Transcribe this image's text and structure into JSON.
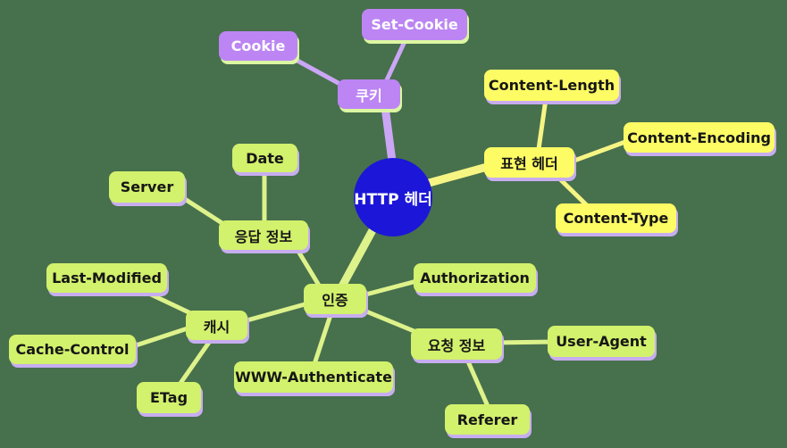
{
  "diagram": {
    "type": "mindmap",
    "topic": "HTTP header fields grouped by category"
  },
  "nodes": {
    "root": "HTTP 헤더",
    "cookie_group": "쿠키",
    "cookie": "Cookie",
    "set_cookie": "Set-Cookie",
    "representation_group": "표현 헤더",
    "content_length": "Content-Length",
    "content_encoding": "Content-Encoding",
    "content_type": "Content-Type",
    "auth_group": "인증",
    "authorization": "Authorization",
    "www_authenticate": "WWW-Authenticate",
    "response_info_group": "응답 정보",
    "date": "Date",
    "server": "Server",
    "cache_group": "캐시",
    "last_modified": "Last-Modified",
    "cache_control": "Cache-Control",
    "etag": "ETag",
    "request_info_group": "요청 정보",
    "user_agent": "User-Agent",
    "referer": "Referer"
  },
  "structure": {
    "root": "HTTP 헤더",
    "edges": [
      [
        "HTTP 헤더",
        "쿠키"
      ],
      [
        "쿠키",
        "Cookie"
      ],
      [
        "쿠키",
        "Set-Cookie"
      ],
      [
        "HTTP 헤더",
        "표현 헤더"
      ],
      [
        "표현 헤더",
        "Content-Length"
      ],
      [
        "표현 헤더",
        "Content-Encoding"
      ],
      [
        "표현 헤더",
        "Content-Type"
      ],
      [
        "HTTP 헤더",
        "인증"
      ],
      [
        "인증",
        "Authorization"
      ],
      [
        "인증",
        "WWW-Authenticate"
      ],
      [
        "인증",
        "응답 정보"
      ],
      [
        "인증",
        "캐시"
      ],
      [
        "인증",
        "요청 정보"
      ],
      [
        "응답 정보",
        "Date"
      ],
      [
        "응답 정보",
        "Server"
      ],
      [
        "캐시",
        "Last-Modified"
      ],
      [
        "캐시",
        "Cache-Control"
      ],
      [
        "캐시",
        "ETag"
      ],
      [
        "요청 정보",
        "User-Agent"
      ],
      [
        "요청 정보",
        "Referer"
      ]
    ]
  },
  "colors": {
    "background": "#47704d",
    "root_fill": "#1c16d8",
    "purple_fill": "#bc85f3",
    "purple_edge": "#cba6f5",
    "yellow_fill": "#fdfc64",
    "yellow_edge": "#f6f584",
    "green_fill": "#d2f16c",
    "green_edge": "#ddf28a",
    "shadow_lavender": "#c7adf0",
    "shadow_palegreen": "#dcf7a2"
  }
}
